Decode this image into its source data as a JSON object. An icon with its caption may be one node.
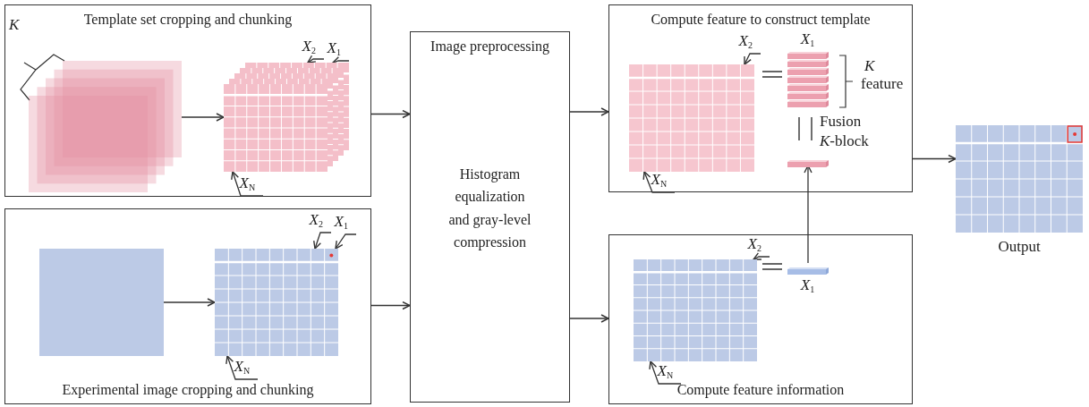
{
  "diagram": {
    "nodes": [
      {
        "text": [
          "Template set cropping and chunking"
        ]
      },
      {
        "text": [],
        "shape": "box",
        "in": 0
      },
      {
        "text": [
          "*X*$_{2}$"
        ],
        "in": 0
      },
      {
        "text": [
          "*X*$_{1}$"
        ],
        "in": 0
      },
      {
        "text": [],
        "shape": "picture",
        "in": 0
      },
      {
        "text": [
          "*X*$_{N}$"
        ],
        "in": 0
      },
      {
        "text": [
          "Experimental image cropping and chunking"
        ]
      },
      {
        "text": [
          "*X*$_{2}$"
        ],
        "in": 6
      },
      {
        "text": [
          "*X*$_{1}$"
        ],
        "in": 6
      },
      {
        "text": [],
        "shape": "box",
        "in": 6
      },
      {
        "text": [],
        "shape": "picture",
        "in": 6
      },
      {
        "text": [
          "*X*$_{N}$"
        ],
        "in": 6
      },
      {
        "text": [
          "Image preprocessing",
          "Histogram equalization and gray-level compression"
        ]
      },
      {
        "text": [
          "Compute feature to construct template"
        ]
      },
      {
        "text": [
          "*X*$_{2}$"
        ],
        "in": 13
      },
      {
        "text": [],
        "shape": "picture",
        "in": 13
      },
      {
        "text": [],
        "shape": "picture",
        "in": 13,
        "beside": [
          "*X*$_{1}$"
        ]
      },
      {
        "text": [],
        "shape": "bar",
        "in": 13
      },
      {
        "text": [
          "*X*$_{N}$"
        ],
        "in": 13
      },
      {
        "text": [],
        "shape": "picture",
        "beside": [
          "Output"
        ]
      },
      {
        "text": [
          "Compute feature information"
        ]
      },
      {
        "text": [
          "*X*$_{2}$"
        ],
        "in": 20
      },
      {
        "text": [],
        "shape": "picture",
        "in": 20
      },
      {
        "text": [],
        "shape": "bar",
        "in": 20,
        "beside": [
          "*X*$_{1}$"
        ]
      },
      {
        "text": [
          "*X*$_{N}$"
        ],
        "in": 20
      }
    ],
    "edges": [
      {
        "from": 1,
        "to": 4,
        "arrow": "to"
      },
      {
        "from": 2,
        "to": 4,
        "arrow": "to"
      },
      {
        "from": 3,
        "to": 4,
        "arrow": "to"
      },
      {
        "from": 5,
        "to": 4,
        "arrow": "to"
      },
      {
        "from": 9,
        "to": 10,
        "arrow": "to"
      },
      {
        "from": 7,
        "to": 10,
        "arrow": "to"
      },
      {
        "from": 8,
        "to": 10,
        "arrow": "to"
      },
      {
        "from": 11,
        "to": 10,
        "arrow": "to"
      },
      {
        "from": 0,
        "to": 12,
        "arrow": "to"
      },
      {
        "from": 6,
        "to": 12,
        "arrow": "to"
      },
      {
        "from": 12,
        "to": 13,
        "arrow": "to"
      },
      {
        "from": 12,
        "to": 20,
        "arrow": "to"
      },
      {
        "from": 14,
        "to": 15,
        "arrow": "to"
      },
      {
        "from": 18,
        "to": 15,
        "arrow": "to"
      },
      {
        "from": 23,
        "to": 17,
        "arrow": "to"
      },
      {
        "from": 13,
        "to": 19,
        "arrow": "to"
      },
      {
        "from": 21,
        "to": 22,
        "arrow": "to"
      },
      {
        "from": 24,
        "to": 22,
        "arrow": "to"
      }
    ],
    "labels": [
      "K",
      "K",
      "feature",
      "Fusion",
      "*K*-block"
    ]
  }
}
